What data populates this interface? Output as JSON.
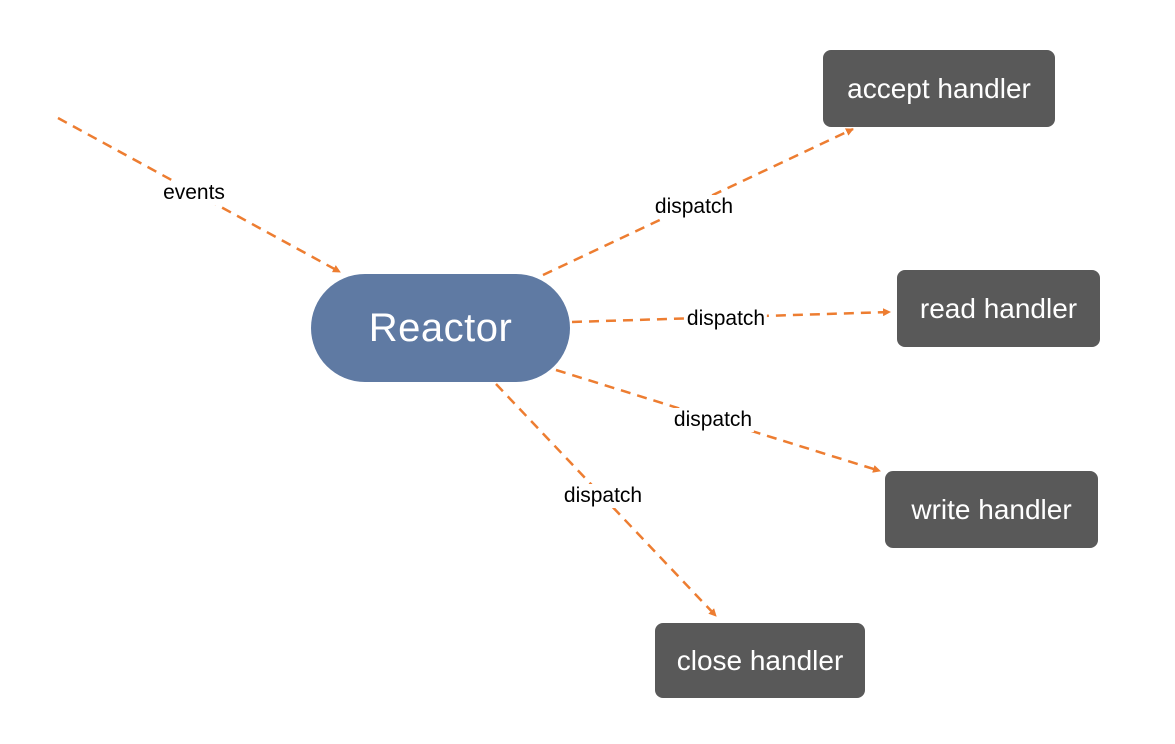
{
  "diagram": {
    "colors": {
      "reactor_fill": "#5f7aa3",
      "handler_fill": "#595959",
      "arrow": "#ed7d31",
      "node_text": "#ffffff",
      "label_text": "#000000"
    },
    "nodes": {
      "reactor": "Reactor",
      "accept": "accept handler",
      "read": "read handler",
      "write": "write handler",
      "close": "close handler"
    },
    "edges": {
      "events": "events",
      "to_accept": "dispatch",
      "to_read": "dispatch",
      "to_write": "dispatch",
      "to_close": "dispatch"
    }
  }
}
